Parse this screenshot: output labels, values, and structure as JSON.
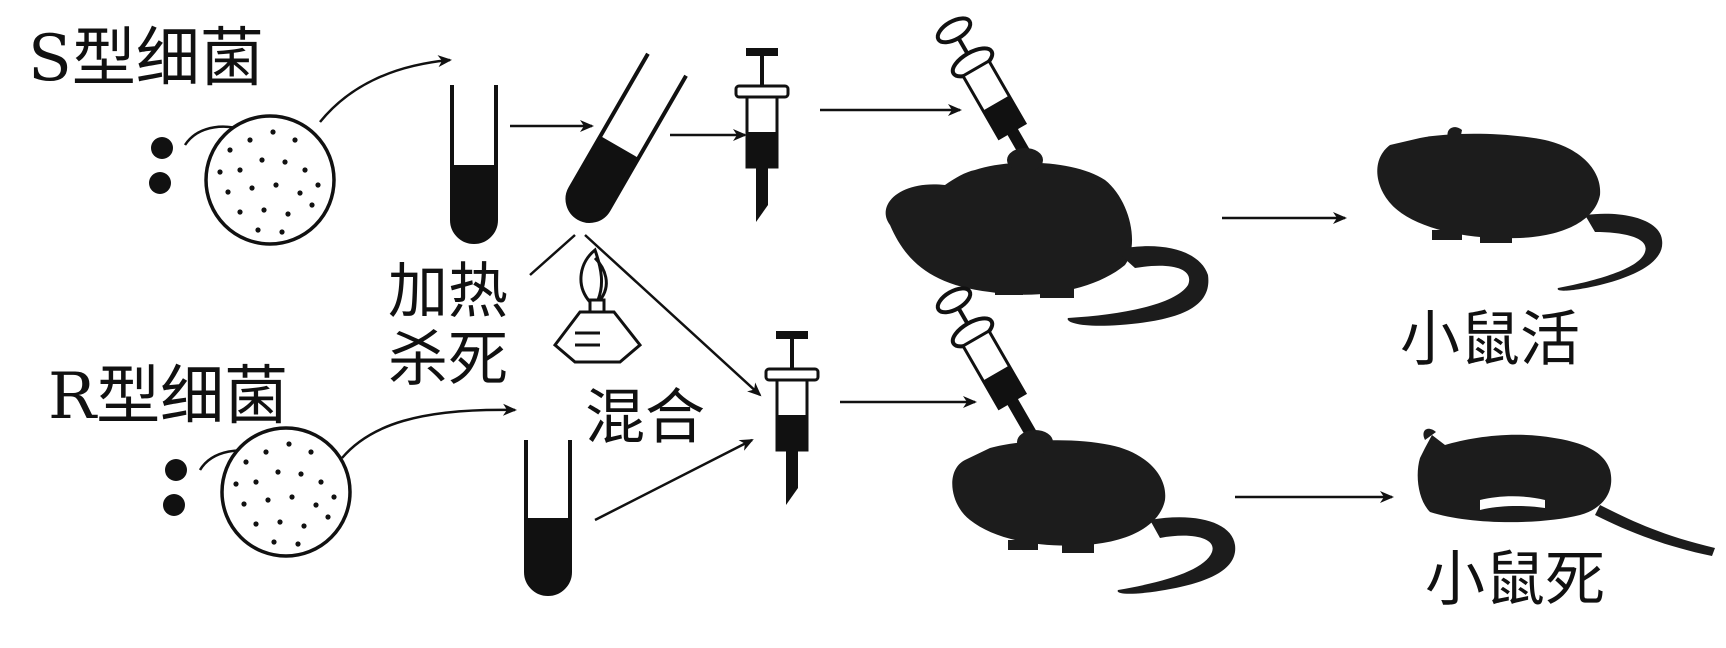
{
  "labels": {
    "s_bacteria": "S型细菌",
    "r_bacteria": "R型细菌",
    "heat_kill_line1": "加热",
    "heat_kill_line2": "杀死",
    "mix": "混合",
    "mouse_alive": "小鼠活",
    "mouse_dead": "小鼠死"
  },
  "colors": {
    "ink": "#111111",
    "mouse": "#1c1c1c",
    "paper": "#ffffff"
  }
}
